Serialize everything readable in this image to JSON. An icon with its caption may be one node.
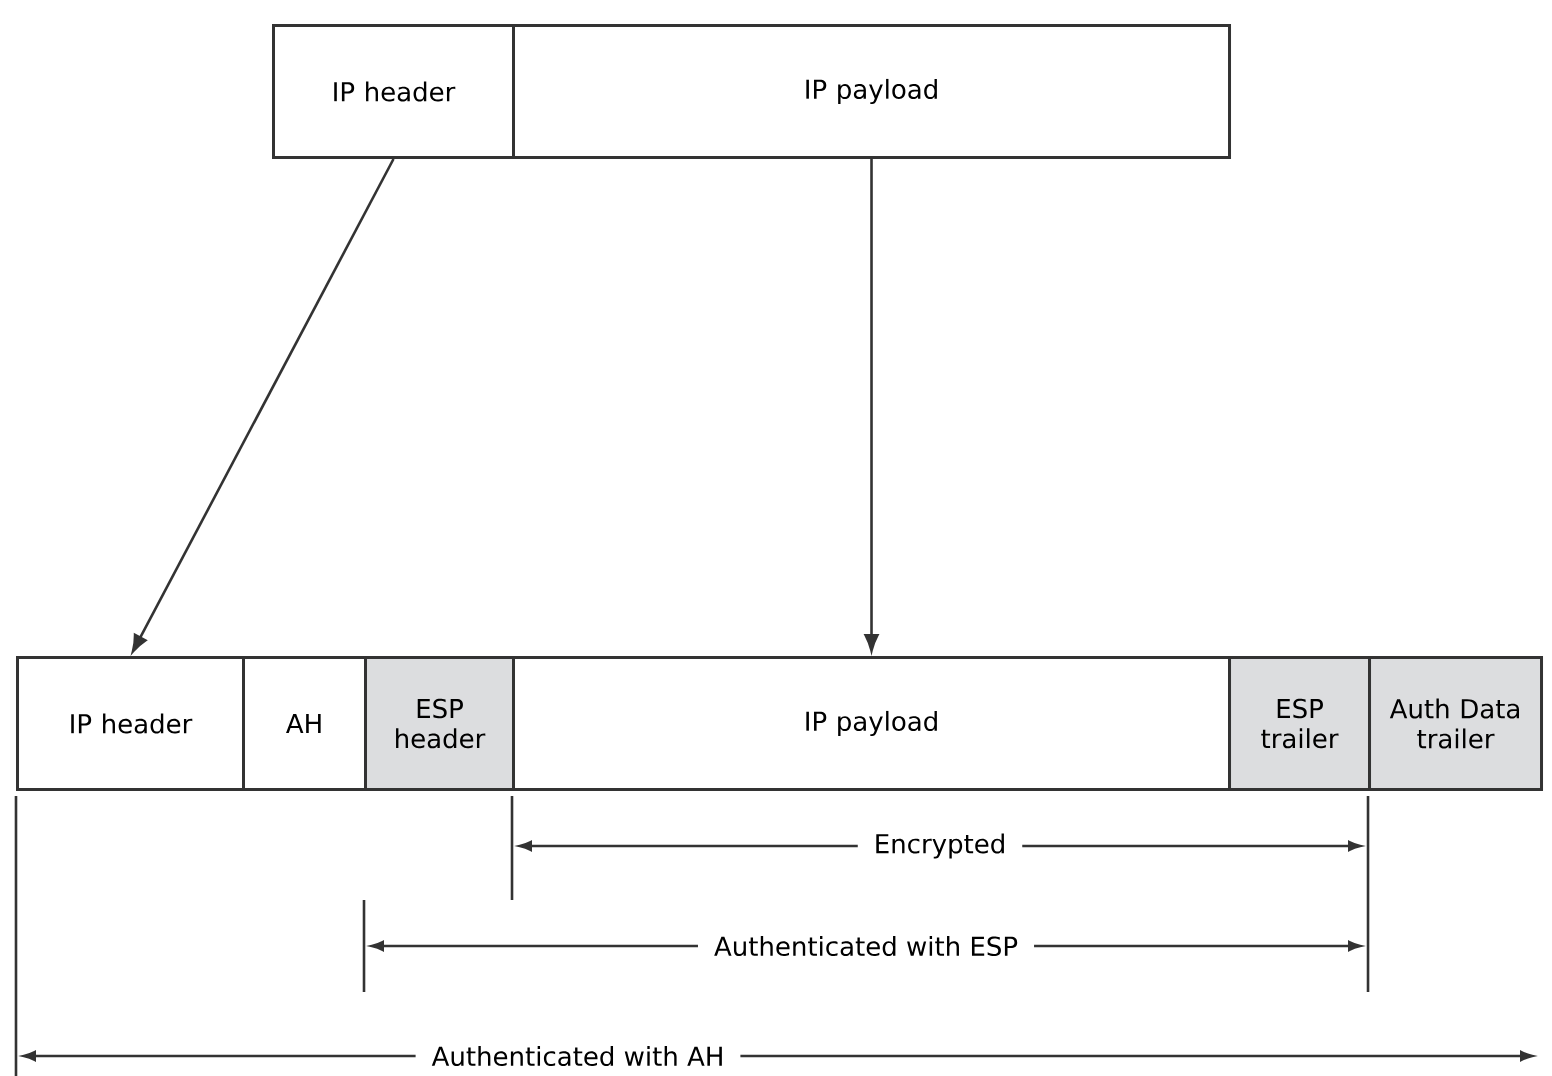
{
  "diagram": {
    "nodes": [
      {
        "text": [
          "IP header"
        ]
      },
      {
        "text": [
          "IP payload"
        ]
      },
      {
        "text": [
          "IP header"
        ]
      },
      {
        "text": [
          "AH"
        ]
      },
      {
        "text": [
          "ESP header"
        ]
      },
      {
        "text": [
          "IP payload"
        ]
      },
      {
        "text": [
          "ESP trailer"
        ]
      },
      {
        "text": [
          "Auth Data trailer"
        ]
      }
    ],
    "edges": [
      {
        "from": 0,
        "to": 2,
        "arrow": "to"
      },
      {
        "from": 1,
        "to": 5,
        "arrow": "to"
      }
    ],
    "labels": [
      "Encrypted",
      "Authenticated with ESP",
      "Authenticated with AH"
    ]
  }
}
